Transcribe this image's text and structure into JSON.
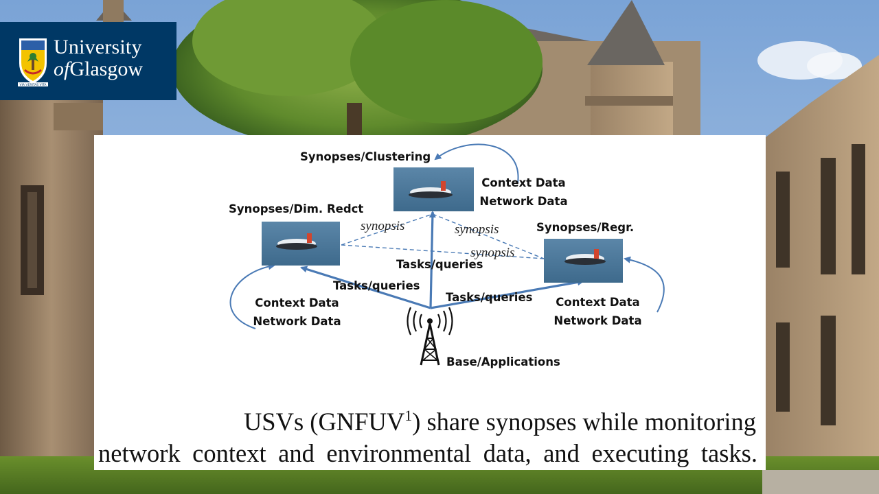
{
  "logo": {
    "line1": "University",
    "of": "of",
    "glasgow": "Glasgow",
    "motto": "VIA VERITAS VITA"
  },
  "diagram": {
    "nodes": {
      "top": {
        "title": "Synopses/Clustering",
        "context": "Context Data",
        "network": "Network Data"
      },
      "left": {
        "title": "Synopses/Dim. Redct",
        "context": "Context Data",
        "network": "Network Data"
      },
      "right": {
        "title": "Synopses/Regr.",
        "context": "Context Data",
        "network": "Network Data"
      }
    },
    "base": "Base/Applications",
    "tasks": "Tasks/queries",
    "synopsis": "synopsis"
  },
  "caption": {
    "line1_pre": "USVs (GNFUV",
    "footnote": "1",
    "line1_post": ") share synopses while monitoring",
    "line2": "network context and environmental data, and executing tasks."
  },
  "colors": {
    "arrow": "#4a7ab5",
    "logo_bg": "#003865"
  }
}
